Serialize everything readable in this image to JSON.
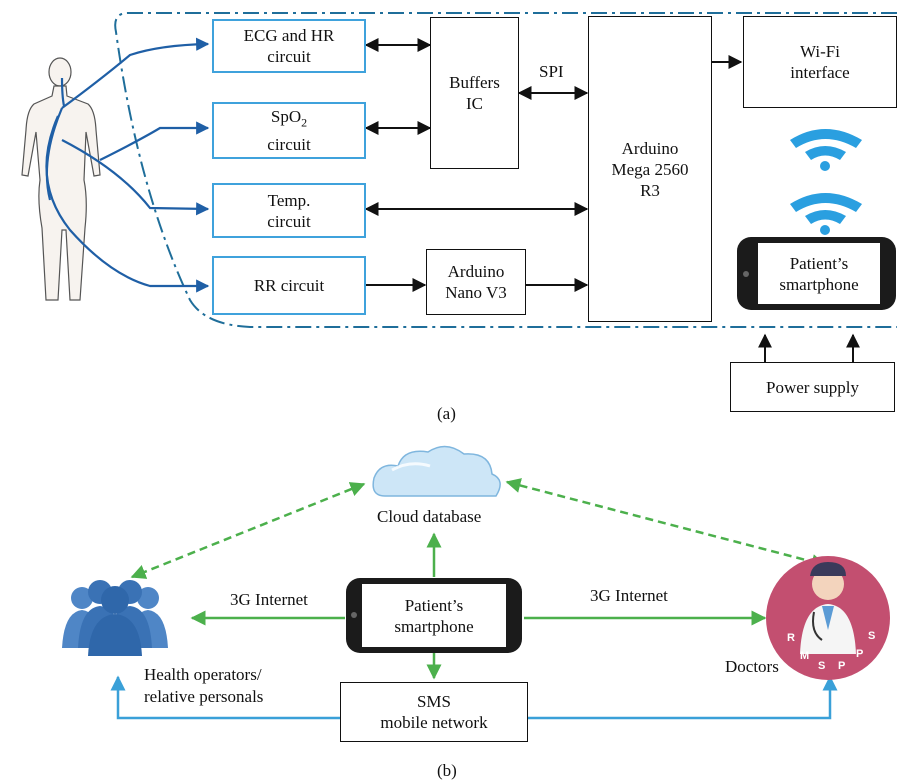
{
  "panel_a": {
    "ecg": [
      "ECG and HR",
      "circuit"
    ],
    "spo2": {
      "pre": "SpO",
      "sub": "2",
      "line2": "circuit"
    },
    "temp": [
      "Temp.",
      "circuit"
    ],
    "rr": "RR circuit",
    "buffers": [
      "Buffers",
      "IC"
    ],
    "nano": [
      "Arduino",
      "Nano V3"
    ],
    "mega": [
      "Arduino",
      "Mega 2560",
      "R3"
    ],
    "spi": "SPI",
    "wifi_box": [
      "Wi-Fi",
      "interface"
    ],
    "phone": [
      "Patient’s",
      "smartphone"
    ],
    "power": "Power supply",
    "caption": "(a)"
  },
  "panel_b": {
    "cloud": "Cloud database",
    "phone": [
      "Patient’s",
      "smartphone"
    ],
    "left_link": "3G Internet",
    "right_link": "3G Internet",
    "sms": [
      "SMS",
      "mobile network"
    ],
    "health": [
      "Health operators/",
      "relative personals"
    ],
    "doctors": "Doctors",
    "badge_letters": [
      "R",
      "M",
      "S",
      "P",
      "P",
      "S"
    ],
    "caption": "(b)"
  },
  "colors": {
    "blue_line": "#1f5fa6",
    "sensor_border": "#3fa2dc",
    "green_arrow": "#4cb04c",
    "light_blue_arrow": "#3aa0d8",
    "dash_boundary": "#1f6e9a",
    "doctor_badge": "#c34f70",
    "people": "#4f86c6"
  }
}
